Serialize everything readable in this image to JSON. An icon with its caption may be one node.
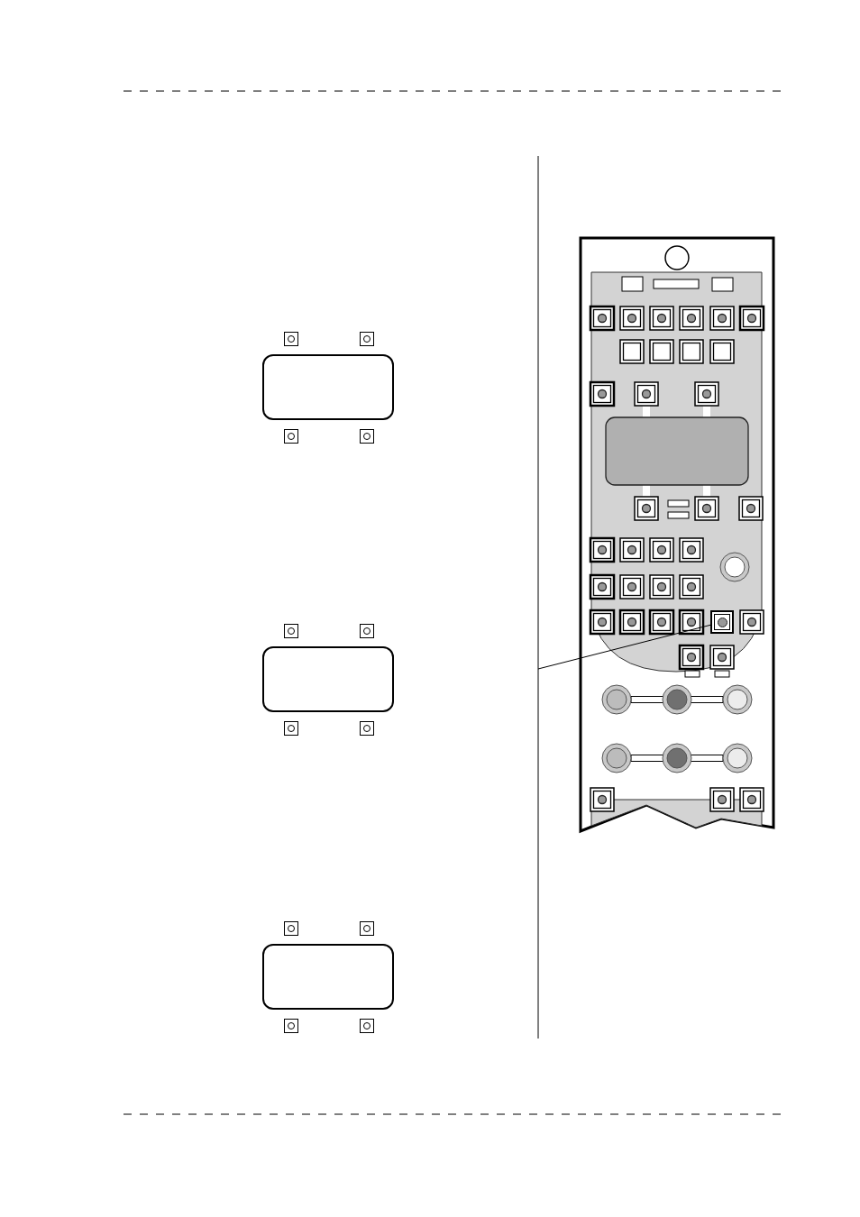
{
  "diagram": {
    "nodes": [
      {
        "text": [],
        "shape": "box"
      },
      {
        "text": [],
        "shape": "box"
      },
      {
        "text": [],
        "shape": "box"
      },
      {
        "text": [],
        "shape": "button"
      }
    ],
    "edges": [
      {
        "from": null,
        "to": 3,
        "arrow": "none"
      }
    ]
  }
}
